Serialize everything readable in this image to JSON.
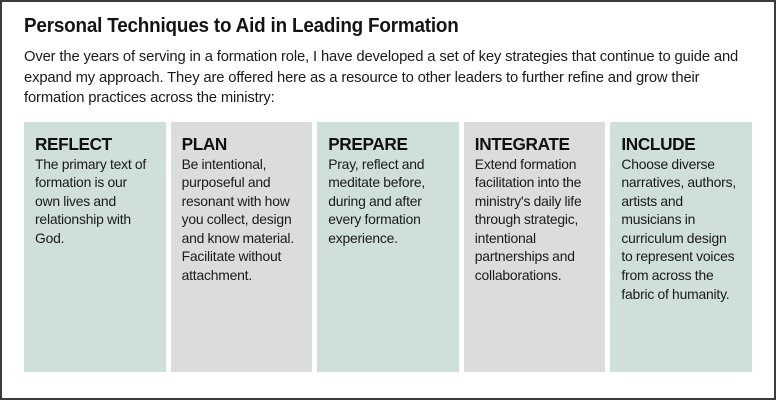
{
  "document": {
    "title": "Personal Techniques to Aid in Leading Formation",
    "intro": "Over the years of serving in a formation role, I have developed a set of key strategies that continue to guide and expand my approach. They are offered here as a resource to other leaders to further refine and grow their formation practices across the ministry:",
    "colors": {
      "teal": "#cfdfdc",
      "gray": "#dcdcdc",
      "border": "#3b3b3b",
      "text": "#1a1a1a",
      "background": "#ffffff"
    },
    "cards": [
      {
        "title": "REFLECT",
        "body": "The primary text of formation is our own lives and relationship with God.",
        "tone": "teal"
      },
      {
        "title": "PLAN",
        "body": "Be intentional, purposeful and resonant with how you collect, design and know material. Facilitate without attachment.",
        "tone": "gray"
      },
      {
        "title": "PREPARE",
        "body": "Pray, reflect and meditate before, during and after every formation experience.",
        "tone": "teal"
      },
      {
        "title": "INTEGRATE",
        "body": "Extend formation facilitation into the ministry's daily life through strategic, intentional partnerships and collaborations.",
        "tone": "gray"
      },
      {
        "title": "INCLUDE",
        "body": "Choose diverse narratives, authors, artists and musicians in curriculum design to represent voices from across the fabric of humanity.",
        "tone": "teal"
      }
    ]
  }
}
